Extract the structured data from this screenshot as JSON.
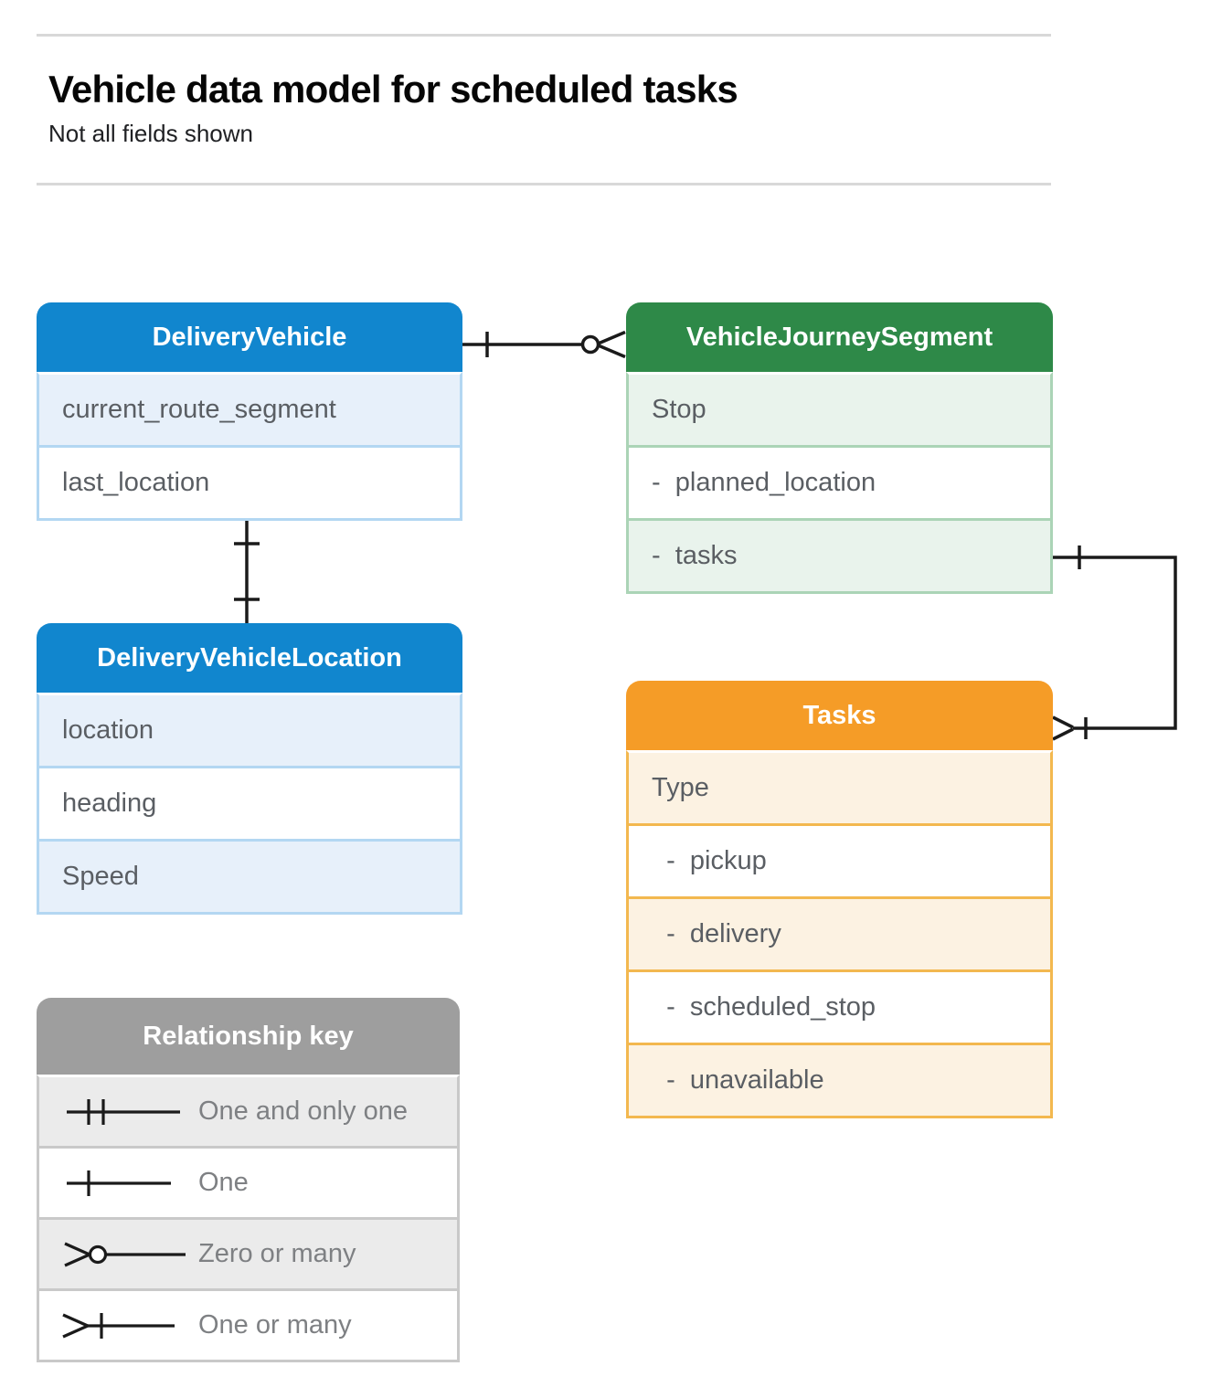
{
  "page": {
    "title": "Vehicle data model for scheduled tasks",
    "subtitle": "Not all fields shown"
  },
  "colors": {
    "blue_header": "#1186CE",
    "blue_row_tint": "#E7F0FA",
    "blue_border": "#B3D7F2",
    "green_header": "#2E8948",
    "green_row_tint": "#E9F3EC",
    "green_border": "#ABD4B6",
    "orange_header": "#F59C27",
    "orange_row_tint": "#FCF2E2",
    "orange_border": "#F3B84F",
    "gray_header": "#9E9E9E",
    "gray_row_tint": "#EBEBEB",
    "gray_border": "#C9C9C9",
    "connector": "#1A1A1A"
  },
  "entities": {
    "delivery_vehicle": {
      "title": "DeliveryVehicle",
      "rows": [
        "current_route_segment",
        "last_location"
      ]
    },
    "vehicle_journey_segment": {
      "title": "VehicleJourneySegment",
      "rows": [
        "Stop",
        "-  planned_location",
        "-  tasks"
      ]
    },
    "delivery_vehicle_location": {
      "title": "DeliveryVehicleLocation",
      "rows": [
        "location",
        "heading",
        "Speed"
      ]
    },
    "tasks": {
      "title": "Tasks",
      "rows": [
        "Type",
        "  -  pickup",
        "  -  delivery",
        "  -  scheduled_stop",
        "  -  unavailable"
      ]
    }
  },
  "relationship_key": {
    "title": "Relationship key",
    "items": [
      {
        "symbol": "one-and-only-one",
        "label": "One and only one"
      },
      {
        "symbol": "one",
        "label": "One"
      },
      {
        "symbol": "zero-or-many",
        "label": "Zero or many"
      },
      {
        "symbol": "one-or-many",
        "label": "One or many"
      }
    ]
  },
  "connections": [
    {
      "from": "DeliveryVehicle",
      "from_end": "one",
      "to": "VehicleJourneySegment",
      "to_end": "zero-or-many"
    },
    {
      "from": "DeliveryVehicle",
      "from_end": "one",
      "to": "DeliveryVehicleLocation",
      "to_end": "one"
    },
    {
      "from": "VehicleJourneySegment.tasks",
      "from_end": "one",
      "to": "Tasks",
      "to_end": "one-or-many"
    }
  ]
}
